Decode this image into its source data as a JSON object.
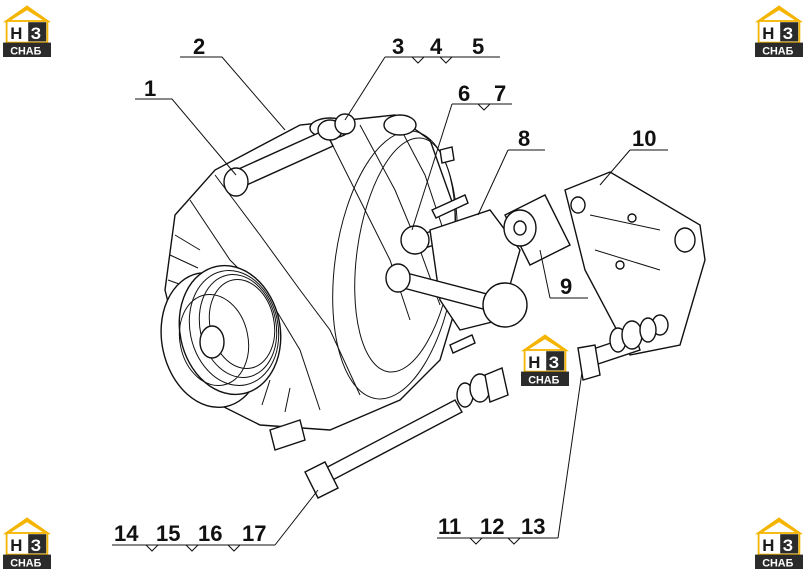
{
  "brand": {
    "logo_main_1": "Н",
    "logo_main_2": "З",
    "logo_sub": "СНАБ",
    "colors": {
      "roof": "#f5b400",
      "badge": "#2b2b2b",
      "text": "#ffffff"
    }
  },
  "callouts": [
    {
      "id": "c1",
      "label": "1"
    },
    {
      "id": "c2",
      "label": "2"
    },
    {
      "id": "c3",
      "label": "3"
    },
    {
      "id": "c4",
      "label": "4"
    },
    {
      "id": "c5",
      "label": "5"
    },
    {
      "id": "c6",
      "label": "6"
    },
    {
      "id": "c7",
      "label": "7"
    },
    {
      "id": "c8",
      "label": "8"
    },
    {
      "id": "c9",
      "label": "9"
    },
    {
      "id": "c10",
      "label": "10"
    },
    {
      "id": "c11",
      "label": "11"
    },
    {
      "id": "c12",
      "label": "12"
    },
    {
      "id": "c13",
      "label": "13"
    },
    {
      "id": "c14",
      "label": "14"
    },
    {
      "id": "c15",
      "label": "15"
    },
    {
      "id": "c16",
      "label": "16"
    },
    {
      "id": "c17",
      "label": "17"
    }
  ]
}
